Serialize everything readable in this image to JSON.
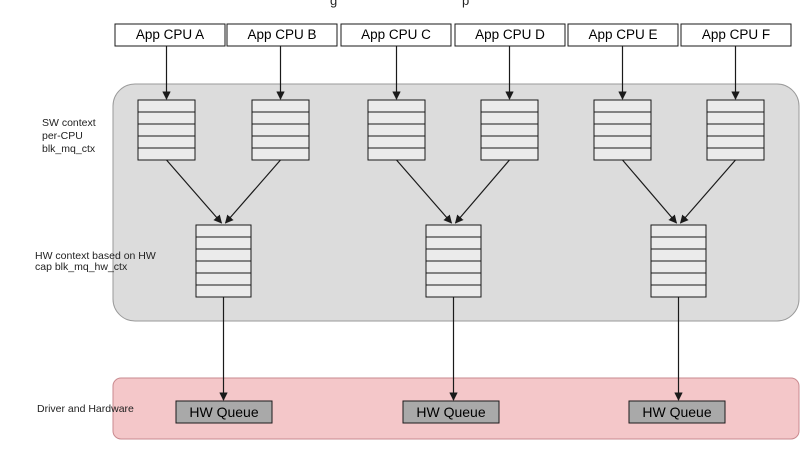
{
  "title_fragment": "g",
  "title_fragment2": "p",
  "cpus": [
    "App CPU A",
    "App CPU B",
    "App CPU C",
    "App CPU D",
    "App CPU E",
    "App CPU F"
  ],
  "sw_context": {
    "line1": "SW context",
    "line2": "per-CPU",
    "line3": "blk_mq_ctx"
  },
  "hw_context": {
    "line1": "HW context based on HW",
    "line2": "cap blk_mq_hw_ctx"
  },
  "driver": {
    "label": "Driver and Hardware"
  },
  "hw_queues": [
    "HW Queue",
    "HW Queue",
    "HW Queue"
  ],
  "colors": {
    "sw_region_fill": "#dcdcdc",
    "driver_region_fill": "#f4c7c9",
    "driver_region_stroke": "#c98a8f",
    "hw_queue_fill": "#a9a9a9",
    "queue_fill": "#ebebeb",
    "stroke": "#1a1a1a"
  }
}
